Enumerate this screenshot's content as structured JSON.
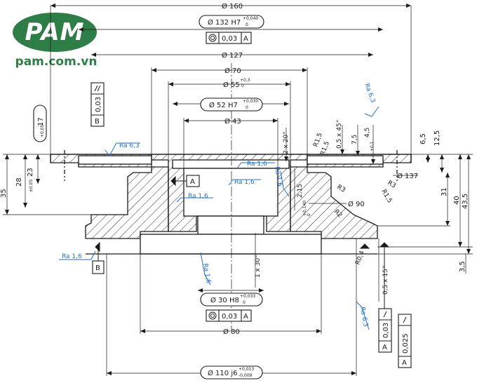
{
  "brand": {
    "logo_text": "PAM",
    "url": "pam.com.vn",
    "color": "#2e7d46"
  },
  "colors": {
    "line": "#1a1a1a",
    "roughness": "#1f6fd1",
    "hatch": "#333333"
  },
  "dims": {
    "d160": "Ø 160",
    "d132": "Ø 132 H7",
    "d132_tol_up": "+0,040",
    "d132_tol_lo": "0",
    "d127": "Ø 127",
    "d70": "Ø 70",
    "d55": "Ø 55",
    "d55_tol_up": "+0,3",
    "d55_tol_lo": "0",
    "d52": "Ø 52 H7",
    "d52_tol_up": "+0,030",
    "d52_tol_lo": "0",
    "d43": "Ø 43",
    "d30": "Ø 30 H8",
    "d30_tol_up": "+0,033",
    "d30_tol_lo": "0",
    "d80": "Ø 80",
    "d110": "Ø 110 j6",
    "d110_tol_up": "+0,013",
    "d110_tol_lo": "-0,009",
    "d90": "Ø 90",
    "d137": "Ø 137",
    "v17": "17",
    "v17_tol_up": "+0,05",
    "v17_tol_lo": "0",
    "v23": "23",
    "v23_tol": "±0,05",
    "v28": "28",
    "v35": "35",
    "v6_5": "6,5",
    "v12_5": "12,5",
    "v31": "31",
    "v40": "40",
    "v43_5": "43,5",
    "v3_5": "3,5",
    "v7_5": "7,5",
    "v4_5": "4,5",
    "v4_5_tol_up": "+0,1",
    "v4_5_tol_lo": "0",
    "v2_15": "2,15",
    "v2_15_tol_up": "+0,140",
    "v2_15_tol_lo": "0",
    "ch_0_5x45": "0,5 x 45°",
    "ch_2x20": "2 x 20°",
    "ch_1x30": "1 x 30°",
    "ch_0_5x15": "0,5 x 15°",
    "r1_5a": "R1,5",
    "r1_5b": "R1,5",
    "r1_5c": "R1,5",
    "r3a": "R3",
    "r3b": "R3",
    "r2": "R2",
    "r0_4": "R0,4"
  },
  "roughness": {
    "ra63_top": "Ra 6,3",
    "ra63_flange": "Ra 6,3",
    "ra16_a": "Ra 1,6",
    "ra16_b": "Ra 1,6",
    "ra16_c": "Ra 1,6",
    "ra16_d": "Ra 1,6",
    "ra16_left": "Ra 1,6",
    "ra16_bore": "Ra 1,6",
    "ra63_bottom": "Ra 6,3"
  },
  "gdt": {
    "f1_tol": "0,03",
    "f1_datum": "A",
    "f2_tol": "0,03",
    "f2_datum": "A",
    "f3_tol": "0,03",
    "f3_datum": "B",
    "f4_tol": "0,03",
    "f4_datum": "A",
    "f5_tol": "0,025",
    "f5_datum": "A",
    "datum_a": "A",
    "datum_b": "B"
  }
}
